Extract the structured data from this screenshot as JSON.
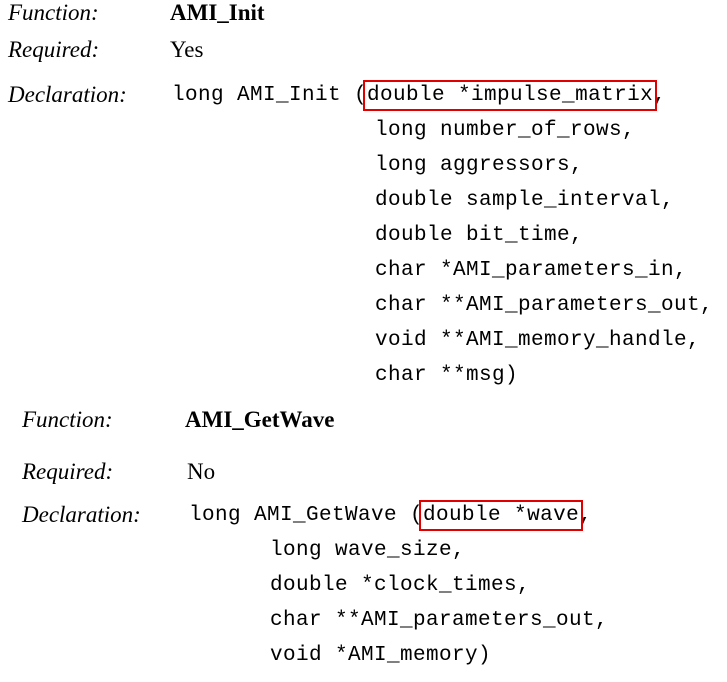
{
  "blocks": [
    {
      "function_label": "Function:",
      "function_name": "AMI_Init",
      "required_label": "Required:",
      "required_value": "Yes",
      "declaration_label": "Declaration:",
      "decl_prefix": "long AMI_Init (",
      "highlighted_param": "double *impulse_matrix",
      "first_suffix": ",",
      "params": [
        "long number_of_rows,",
        "long aggressors,",
        "double sample_interval,",
        "double bit_time,",
        "char *AMI_parameters_in,",
        "char **AMI_parameters_out,",
        "void **AMI_memory_handle,",
        "char **msg)"
      ]
    },
    {
      "function_label": "Function:",
      "function_name": "AMI_GetWave",
      "required_label": "Required:",
      "required_value": "No",
      "declaration_label": "Declaration:",
      "decl_prefix": "long AMI_GetWave (",
      "highlighted_param": "double *wave",
      "first_suffix": ",",
      "params": [
        "long wave_size,",
        "double *clock_times,",
        "char **AMI_parameters_out,",
        "void *AMI_memory)"
      ]
    }
  ],
  "highlight_color": "#e00000"
}
